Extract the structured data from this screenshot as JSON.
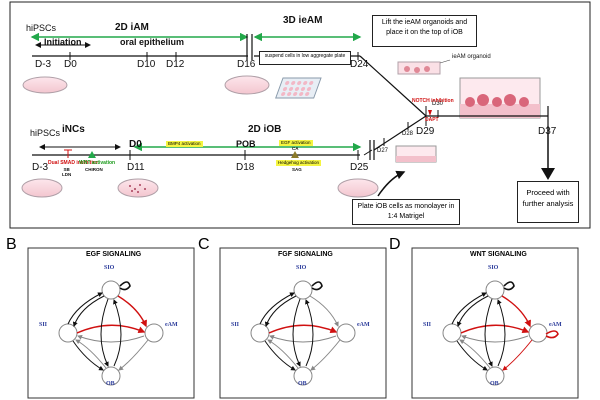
{
  "top": {
    "row1": {
      "hipscs": "hiPSCs",
      "stage_2d": "2D iAM",
      "stage_3d": "3D ieAM",
      "initiation": "Initiation",
      "oral_epithelium": "oral epithelium",
      "days": [
        "D-3",
        "D0",
        "D10",
        "D12",
        "D16",
        "D24"
      ],
      "suspend_note": "suspend cells in low aggregate plate",
      "lift_box": "Lift the ieAM organoids and place it on the top of iOB",
      "ieam_organoid": "ieAM organoid"
    },
    "row2": {
      "hipscs": "hiPSCs",
      "incs": "iNCs",
      "stage_2d": "2D iOB",
      "pob": "POB",
      "days": [
        "D-3",
        "D0",
        "D11",
        "D18",
        "D25",
        "D27",
        "D28",
        "D29",
        "D30",
        "D37"
      ],
      "dual_smad": "Dual SMAD inhibition",
      "dual_smad_drugs": "SB\nLDN",
      "wnt_activation": "WNT activation",
      "wnt_drug": "CHIRON",
      "bmp4": "BMP4 activation",
      "egf_activation": "EGF activation",
      "egf_drug": "CA",
      "hedgehog": "Hedgehog activation",
      "hedgehog_drug": "SAG",
      "notch": "NOTCH inhibition",
      "dapt": "DAPT",
      "plate_box": "Plate iOB cells as monolayer in 1:4 Matrigel",
      "proceed_box": "Proceed with further analysis"
    }
  },
  "panels": [
    {
      "letter": "B",
      "title": "EGF SIGNALING",
      "nodes": {
        "top": "SIO",
        "left": "SII",
        "right": "eAM",
        "bottom": "OB"
      }
    },
    {
      "letter": "C",
      "title": "FGF SIGNALING",
      "nodes": {
        "top": "SIO",
        "left": "SII",
        "right": "eAM",
        "bottom": "OB"
      }
    },
    {
      "letter": "D",
      "title": "WNT SIGNALING",
      "nodes": {
        "top": "SIO",
        "left": "SII",
        "right": "eAM",
        "bottom": "OB"
      }
    }
  ],
  "colors": {
    "green_arrow": "#22a84a",
    "red_arrow": "#d01010",
    "dish_pink": "#f3c6cf",
    "organoid_red": "#d9667a"
  }
}
